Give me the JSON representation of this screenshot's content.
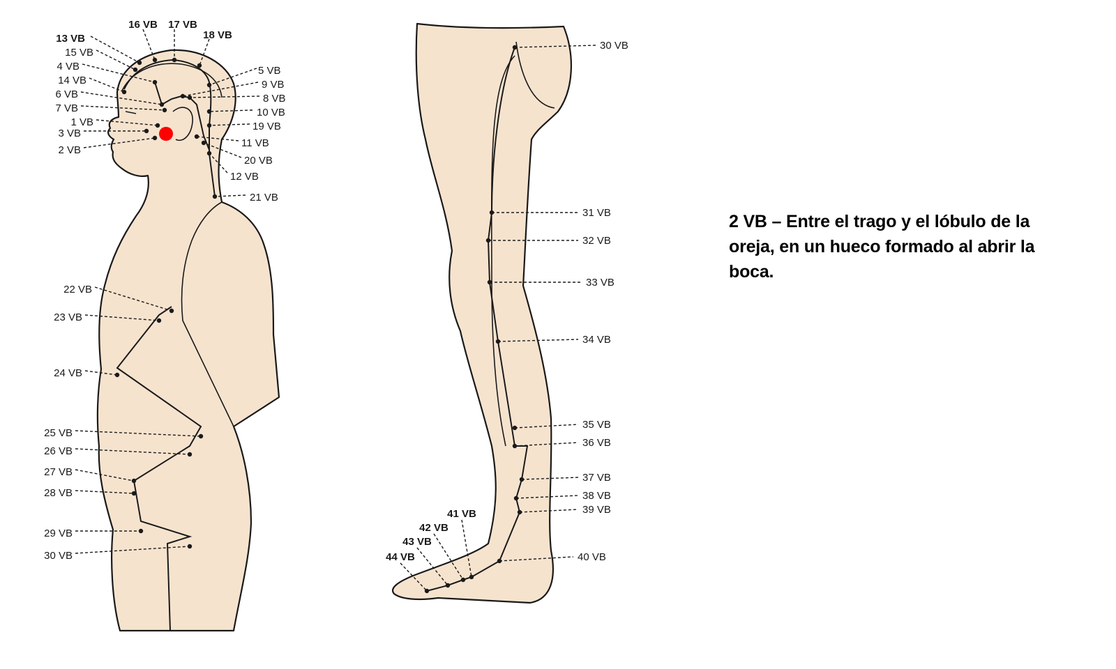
{
  "description": "2 VB – Entre el trago y el lóbulo de la oreja, en un hueco formado al abrir la boca.",
  "highlight": {
    "label": "2 VB",
    "color": "#ff0000"
  },
  "torso_labels": [
    "13 VB",
    "16 VB",
    "17 VB",
    "18 VB",
    "15 VB",
    "4 VB",
    "5 VB",
    "14 VB",
    "9 VB",
    "6 VB",
    "8 VB",
    "7 VB",
    "10 VB",
    "1 VB",
    "19 VB",
    "3 VB",
    "11 VB",
    "2 VB",
    "20 VB",
    "12 VB",
    "21 VB",
    "22 VB",
    "23 VB",
    "24 VB",
    "25 VB",
    "26 VB",
    "27 VB",
    "28 VB",
    "29 VB",
    "30 VB"
  ],
  "leg_labels": [
    "30 VB",
    "31 VB",
    "32 VB",
    "33 VB",
    "34 VB",
    "35 VB",
    "36 VB",
    "37 VB",
    "38 VB",
    "39 VB",
    "40 VB",
    "41 VB",
    "42 VB",
    "43 VB",
    "44 VB"
  ]
}
